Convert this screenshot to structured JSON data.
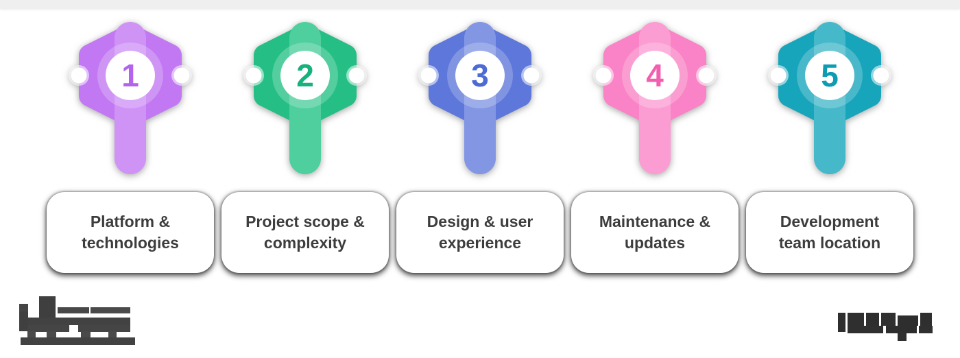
{
  "page": {
    "background": "#ffffff"
  },
  "timeline": {
    "line_color": "#efefef",
    "dot_color": "#ffffff",
    "steps": [
      {
        "number": "1",
        "label": "Platform &\ntechnologies",
        "body_color": "#c178f2",
        "stripe_color": "#cf92f5",
        "number_color": "#b264ec"
      },
      {
        "number": "2",
        "label": "Project scope &\ncomplexity",
        "body_color": "#25bf85",
        "stripe_color": "#4ecf9d",
        "number_color": "#17b27b"
      },
      {
        "number": "3",
        "label": "Design & user\nexperience",
        "body_color": "#5d77da",
        "stripe_color": "#8296e4",
        "number_color": "#4d6bd4"
      },
      {
        "number": "4",
        "label": "Maintenance &\nupdates",
        "body_color": "#f983c6",
        "stripe_color": "#fb9dd2",
        "number_color": "#f25fb0"
      },
      {
        "number": "5",
        "label": "Development\nteam location",
        "body_color": "#17a5bb",
        "stripe_color": "#45b8c9",
        "number_color": "#0d9cb2"
      }
    ]
  },
  "footer": {
    "left_logo": {
      "name": "pixelated-logo",
      "redacted": true
    },
    "right_watermark": {
      "name": "pixelated-watermark",
      "redacted": true
    }
  }
}
